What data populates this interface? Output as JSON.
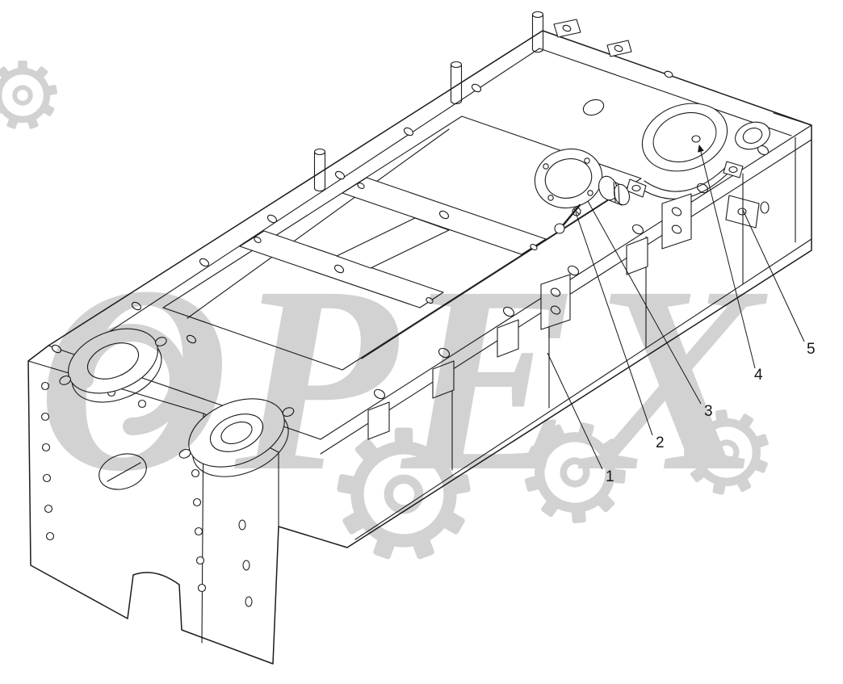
{
  "colors": {
    "line": "#1b1b1b",
    "watermark": "#d2d2d2",
    "background": "#ffffff"
  },
  "watermark": {
    "text": "OPEX"
  },
  "callouts": [
    {
      "label": "1"
    },
    {
      "label": "2"
    },
    {
      "label": "3"
    },
    {
      "label": "4"
    },
    {
      "label": "5"
    }
  ]
}
